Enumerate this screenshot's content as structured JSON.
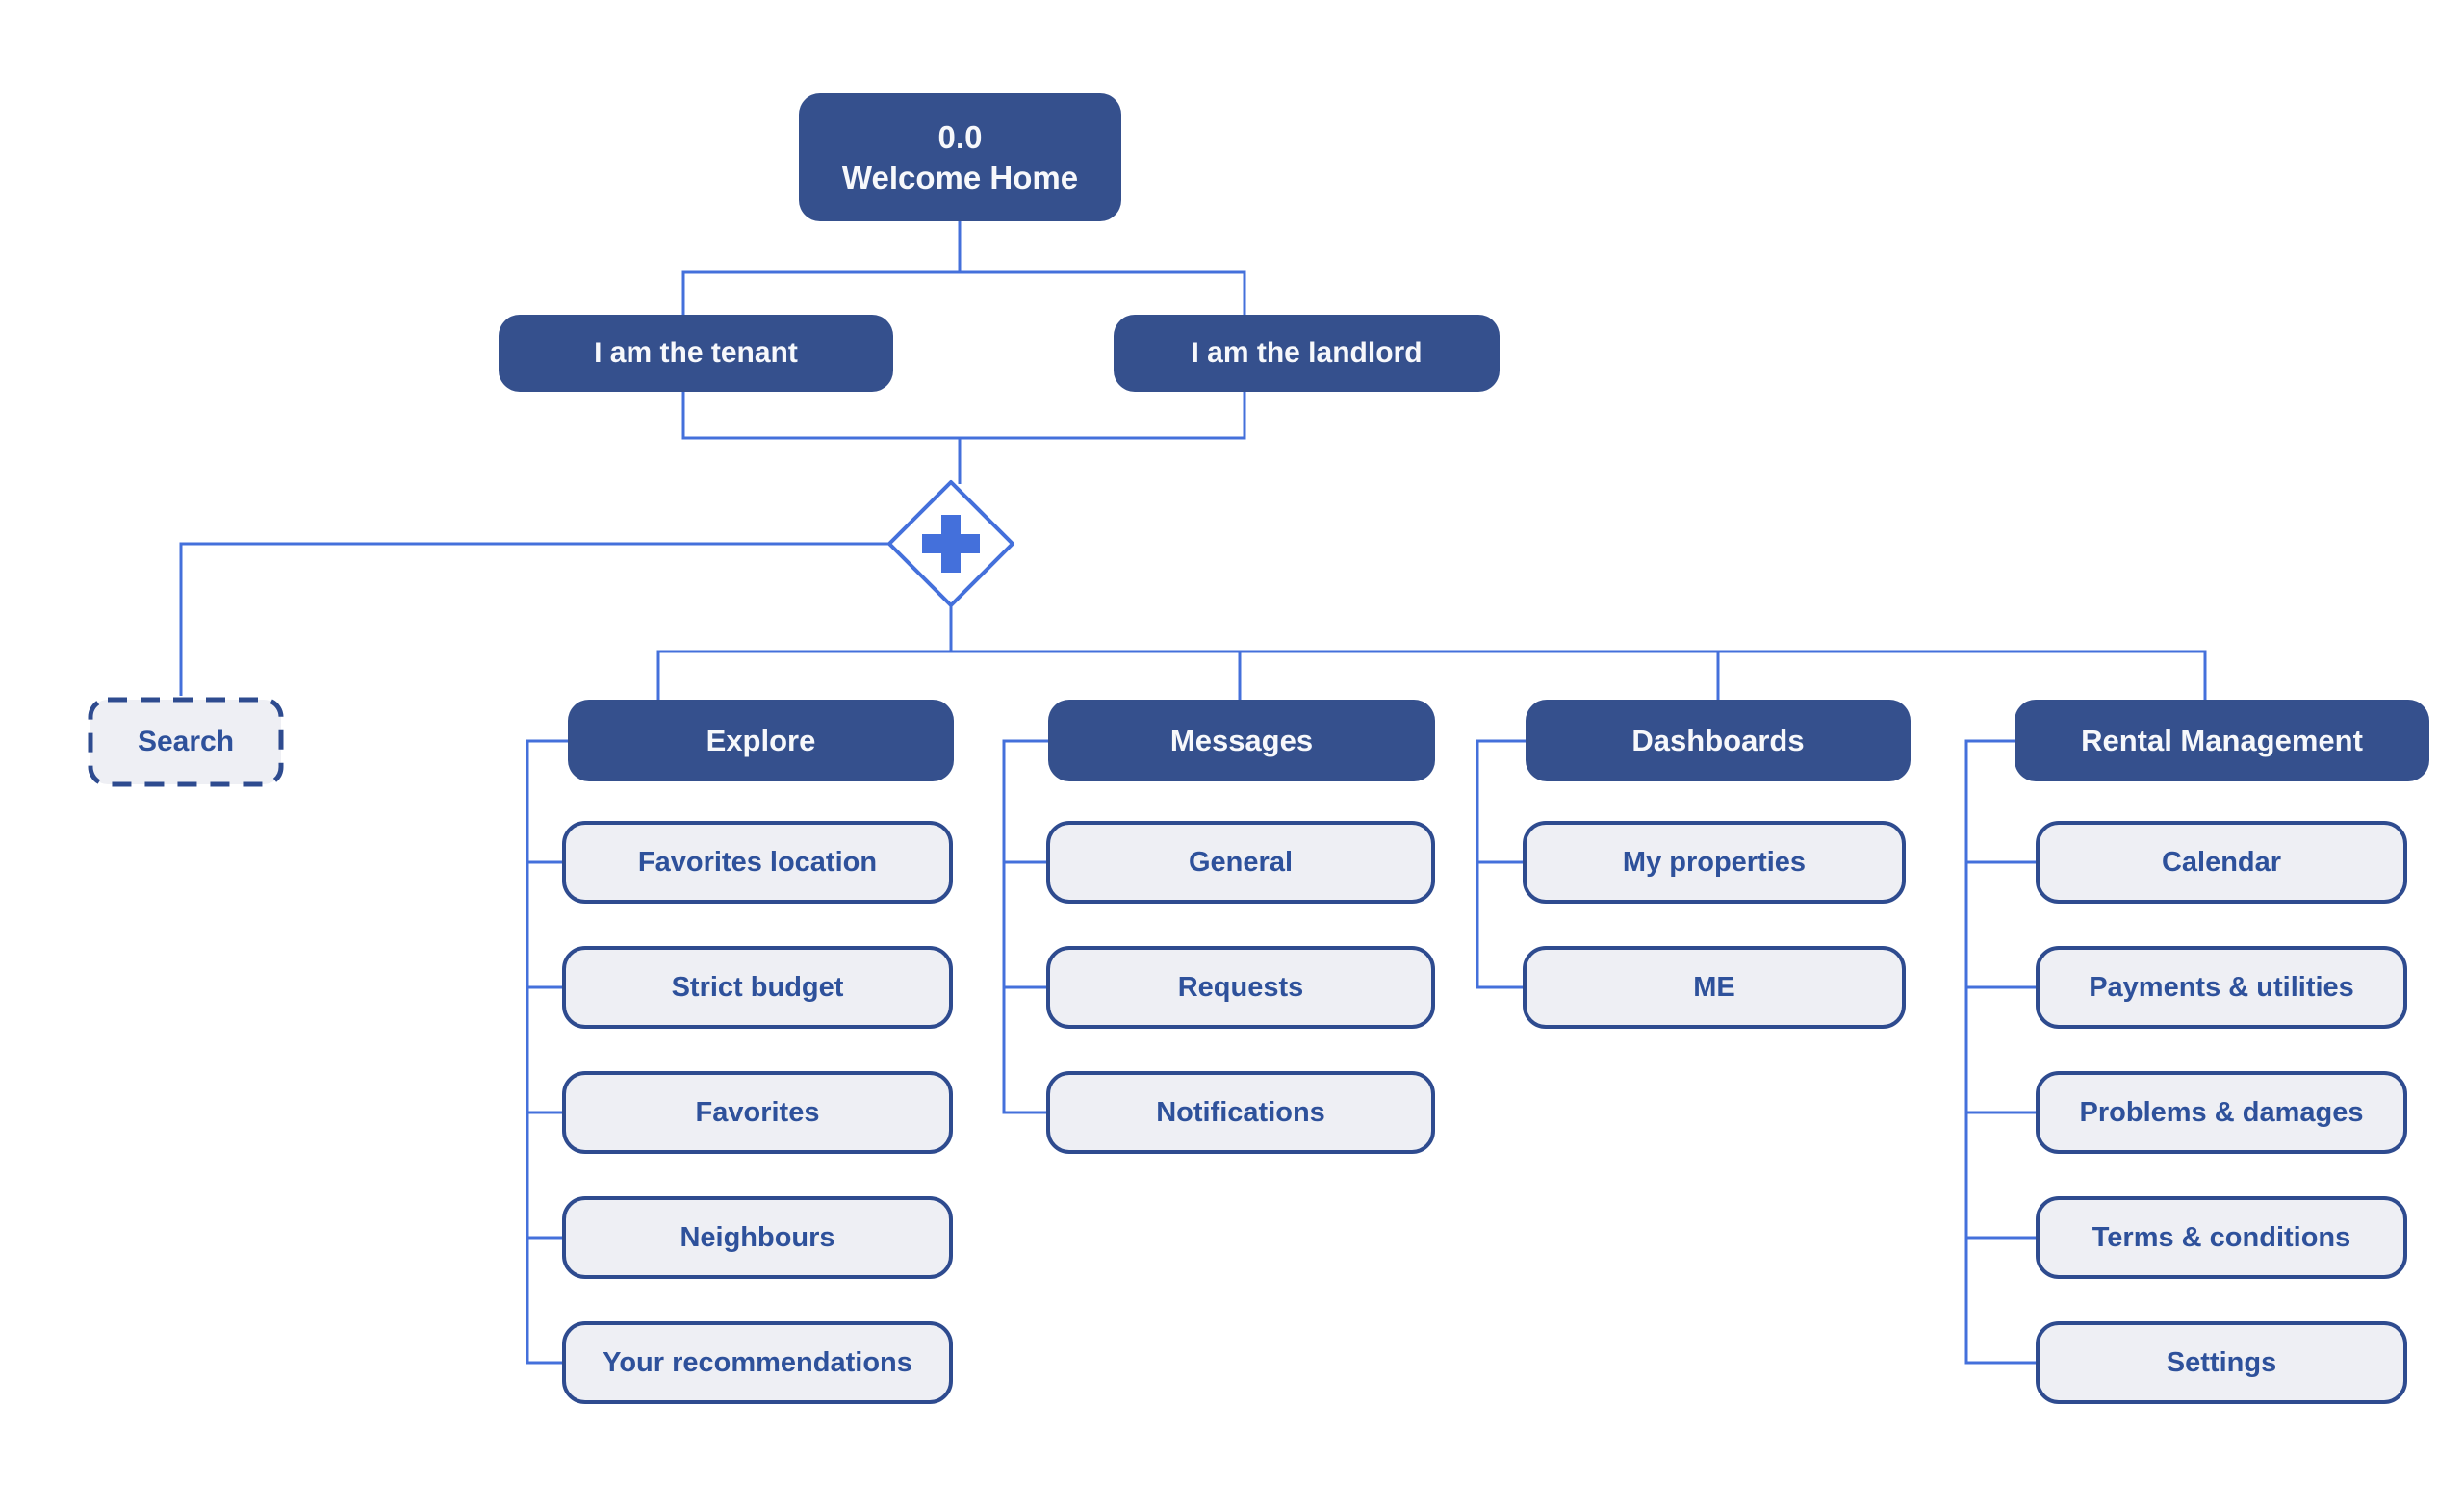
{
  "diagram": {
    "root": {
      "code": "0.0",
      "title": "Welcome Home"
    },
    "roles": [
      {
        "label": "I am the tenant"
      },
      {
        "label": "I am the landlord"
      }
    ],
    "decision": {
      "icon": "plus-icon"
    },
    "search": {
      "label": "Search"
    },
    "sections": [
      {
        "label": "Explore",
        "items": [
          "Favorites location",
          "Strict budget",
          "Favorites",
          "Neighbours",
          "Your recommendations"
        ]
      },
      {
        "label": "Messages",
        "items": [
          "General",
          "Requests",
          "Notifications"
        ]
      },
      {
        "label": "Dashboards",
        "items": [
          "My properties",
          "ME"
        ]
      },
      {
        "label": "Rental Management",
        "items": [
          "Calendar",
          "Payments & utilities",
          "Problems & damages",
          "Terms & conditions",
          "Settings"
        ]
      }
    ],
    "colors": {
      "node_fill": "#35508D",
      "node_text": "#F7F8FB",
      "connector": "#4470DB",
      "leaf_fill": "#EEEFF4",
      "leaf_border": "#2E4B8F",
      "leaf_text": "#2E519B",
      "page_bg": "#FFFFFF"
    }
  }
}
